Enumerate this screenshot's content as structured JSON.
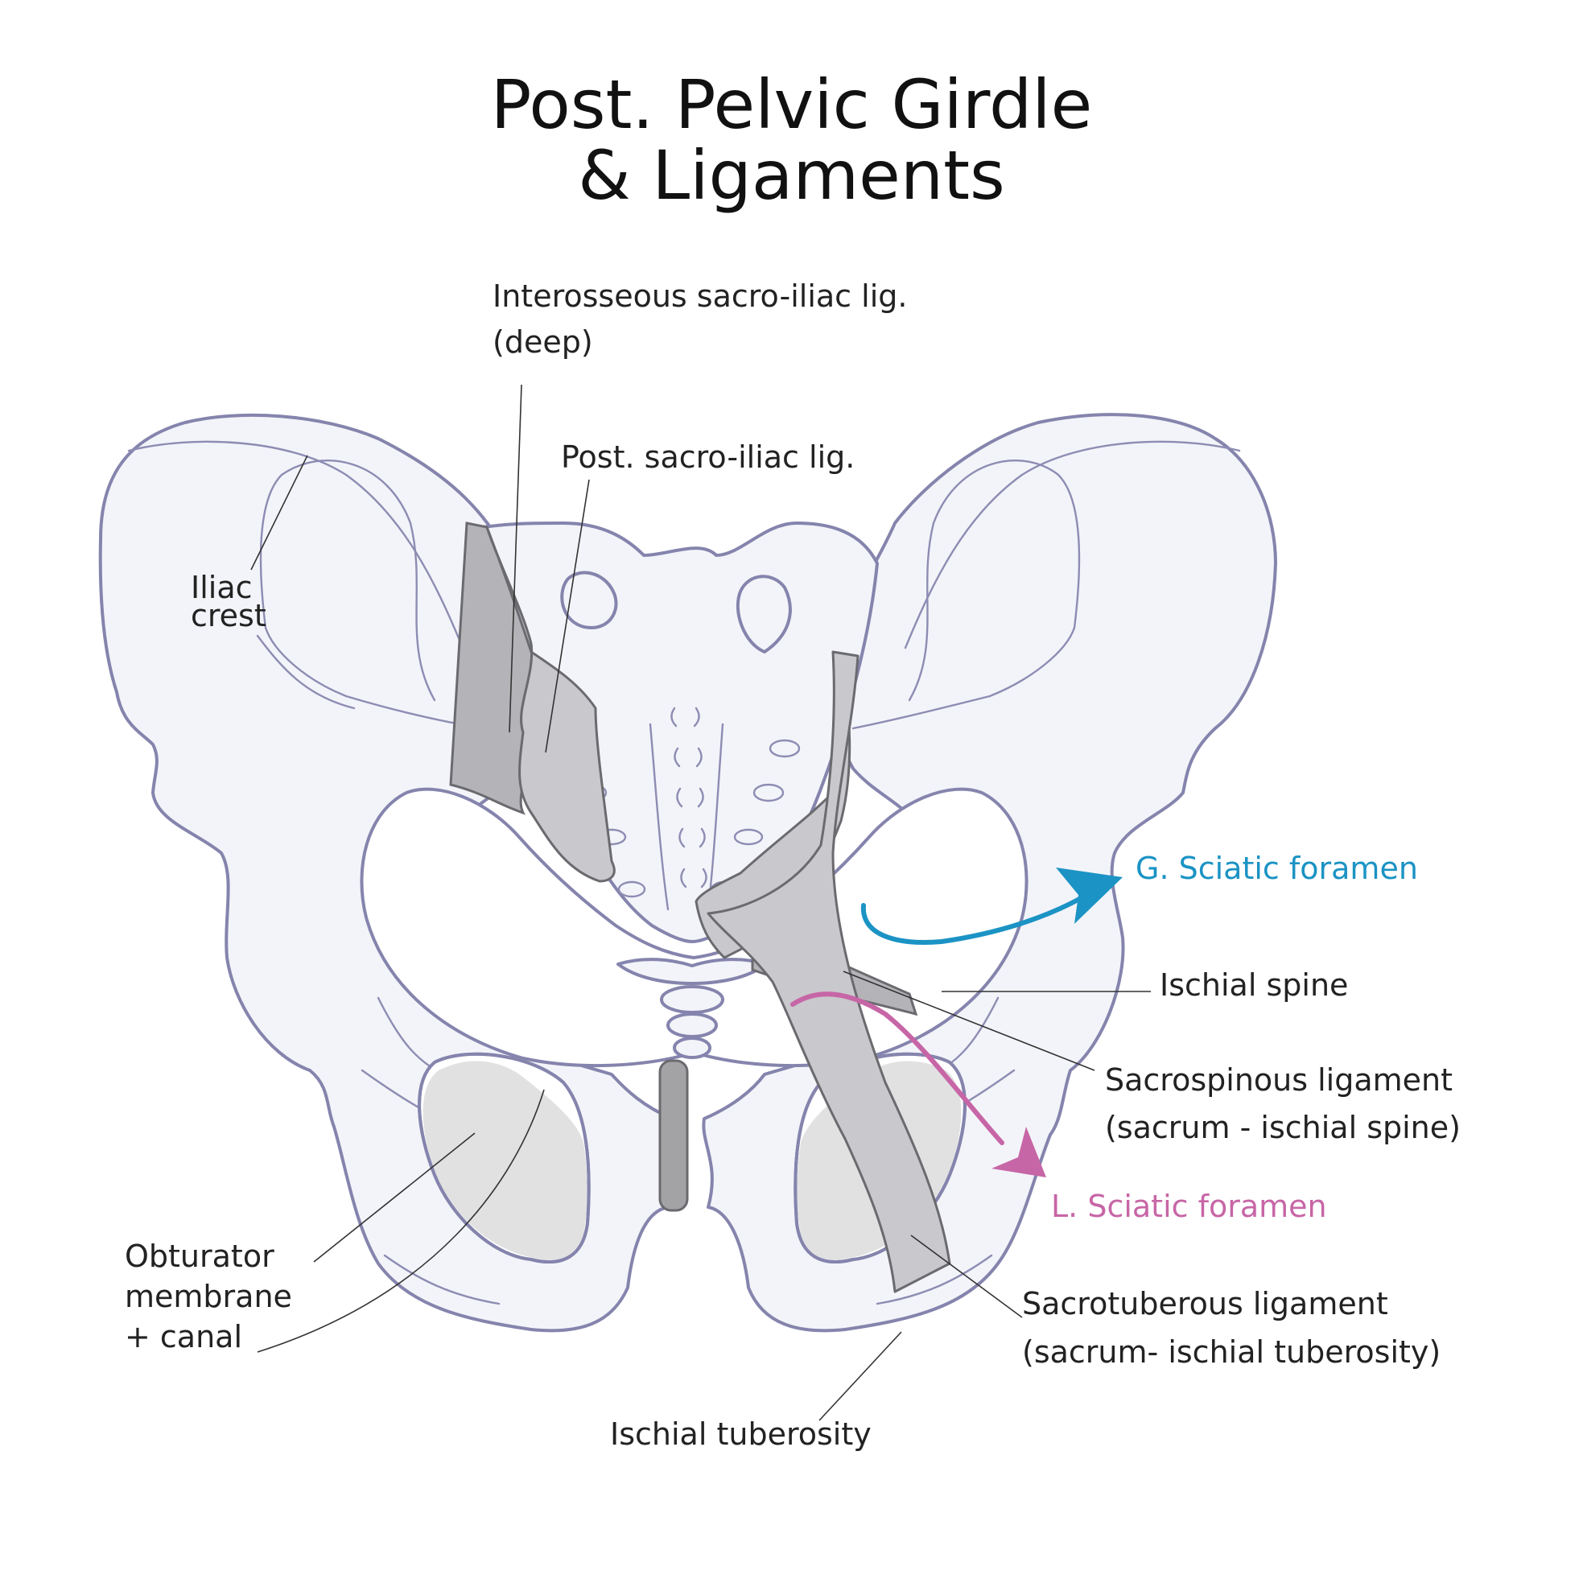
{
  "title": {
    "line1": "Post. Pelvic Girdle",
    "line2": "& Ligaments"
  },
  "labels": {
    "interosseous_line1": "Interosseous sacro-iliac lig.",
    "interosseous_line2": "(deep)",
    "post_sacro_iliac": "Post. sacro-iliac lig.",
    "iliac_crest_line1": "Iliac",
    "iliac_crest_line2": "crest",
    "g_sciatic": "G. Sciatic foramen",
    "ischial_spine": "Ischial spine",
    "sacrospinous_line1": "Sacrospinous ligament",
    "sacrospinous_line2": "(sacrum - ischial spine)",
    "l_sciatic": "L. Sciatic foramen",
    "obturator_line1": "Obturator",
    "obturator_line2": "membrane",
    "obturator_line3": "+ canal",
    "sacrotuberous_line1": "Sacrotuberous ligament",
    "sacrotuberous_line2": "(sacrum- ischial tuberosity)",
    "ischial_tuberosity": "Ischial tuberosity"
  },
  "colors": {
    "bone_fill": "#f3f4f9",
    "bone_outline": "#8584ad",
    "ligament": "#c9c8cd",
    "greater_sciatic_arrow": "#1b93c4",
    "lesser_sciatic_arrow": "#c766a6"
  }
}
